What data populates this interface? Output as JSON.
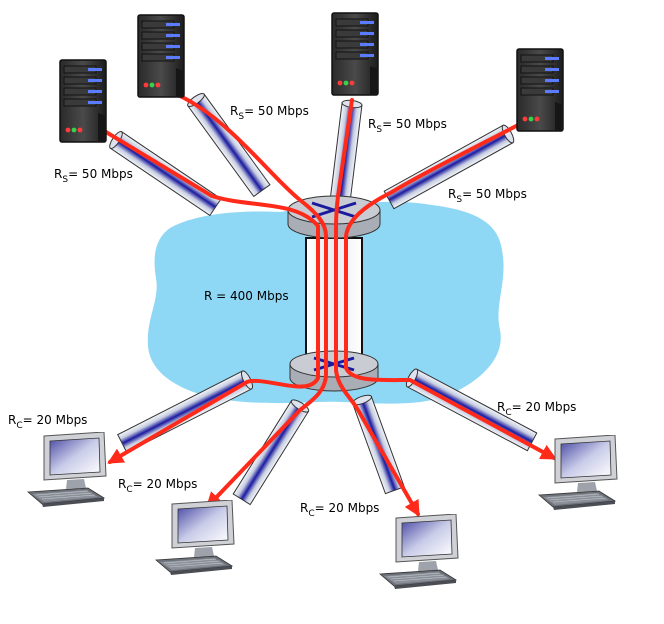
{
  "server_links": [
    {
      "r": "R",
      "sub": "S",
      "rest": "= 50 Mbps"
    },
    {
      "r": "R",
      "sub": "S",
      "rest": "= 50 Mbps"
    },
    {
      "r": "R",
      "sub": "S",
      "rest": "= 50 Mbps"
    },
    {
      "r": "R",
      "sub": "S",
      "rest": "= 50 Mbps"
    }
  ],
  "core_link": "R = 400 Mbps",
  "client_links": [
    {
      "r": "R",
      "sub": "C",
      "rest": "= 20 Mbps"
    },
    {
      "r": "R",
      "sub": "C",
      "rest": "= 20 Mbps"
    },
    {
      "r": "R",
      "sub": "C",
      "rest": "= 20 Mbps"
    },
    {
      "r": "R",
      "sub": "C",
      "rest": "= 20 Mbps"
    }
  ],
  "colors": {
    "cloud": "#8fd8f5",
    "flow": "#ff2a1a",
    "pipe_core": "#1a1aa0",
    "router": "#c9ccd2"
  }
}
